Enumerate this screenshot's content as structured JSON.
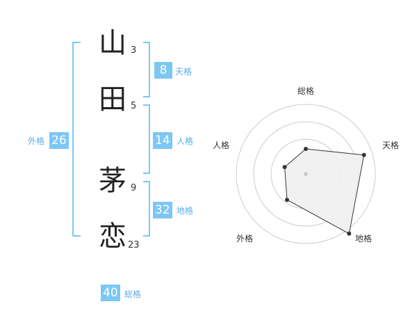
{
  "colors": {
    "accent": "#7cc7f4",
    "badge_text": "#ffffff",
    "label": "#5aaee8",
    "char": "#222222",
    "radar_fill": "#f0f0f0",
    "radar_ring": "#cccccc",
    "radar_line": "#333333"
  },
  "name": [
    {
      "char": "山",
      "strokes": "3"
    },
    {
      "char": "田",
      "strokes": "5"
    },
    {
      "char": "茅",
      "strokes": "9"
    },
    {
      "char": "恋",
      "strokes": "23"
    }
  ],
  "kaku": {
    "ten": {
      "value": "8",
      "label": "天格"
    },
    "jin": {
      "value": "14",
      "label": "人格"
    },
    "chi": {
      "value": "32",
      "label": "地格"
    },
    "gai": {
      "value": "26",
      "label": "外格"
    },
    "sou": {
      "value": "40",
      "label": "総格"
    }
  },
  "radar": {
    "axes": [
      "総格",
      "天格",
      "地格",
      "外格",
      "人格"
    ],
    "levels": 4,
    "values": [
      0.36,
      0.88,
      1.06,
      0.46,
      0.32
    ]
  }
}
